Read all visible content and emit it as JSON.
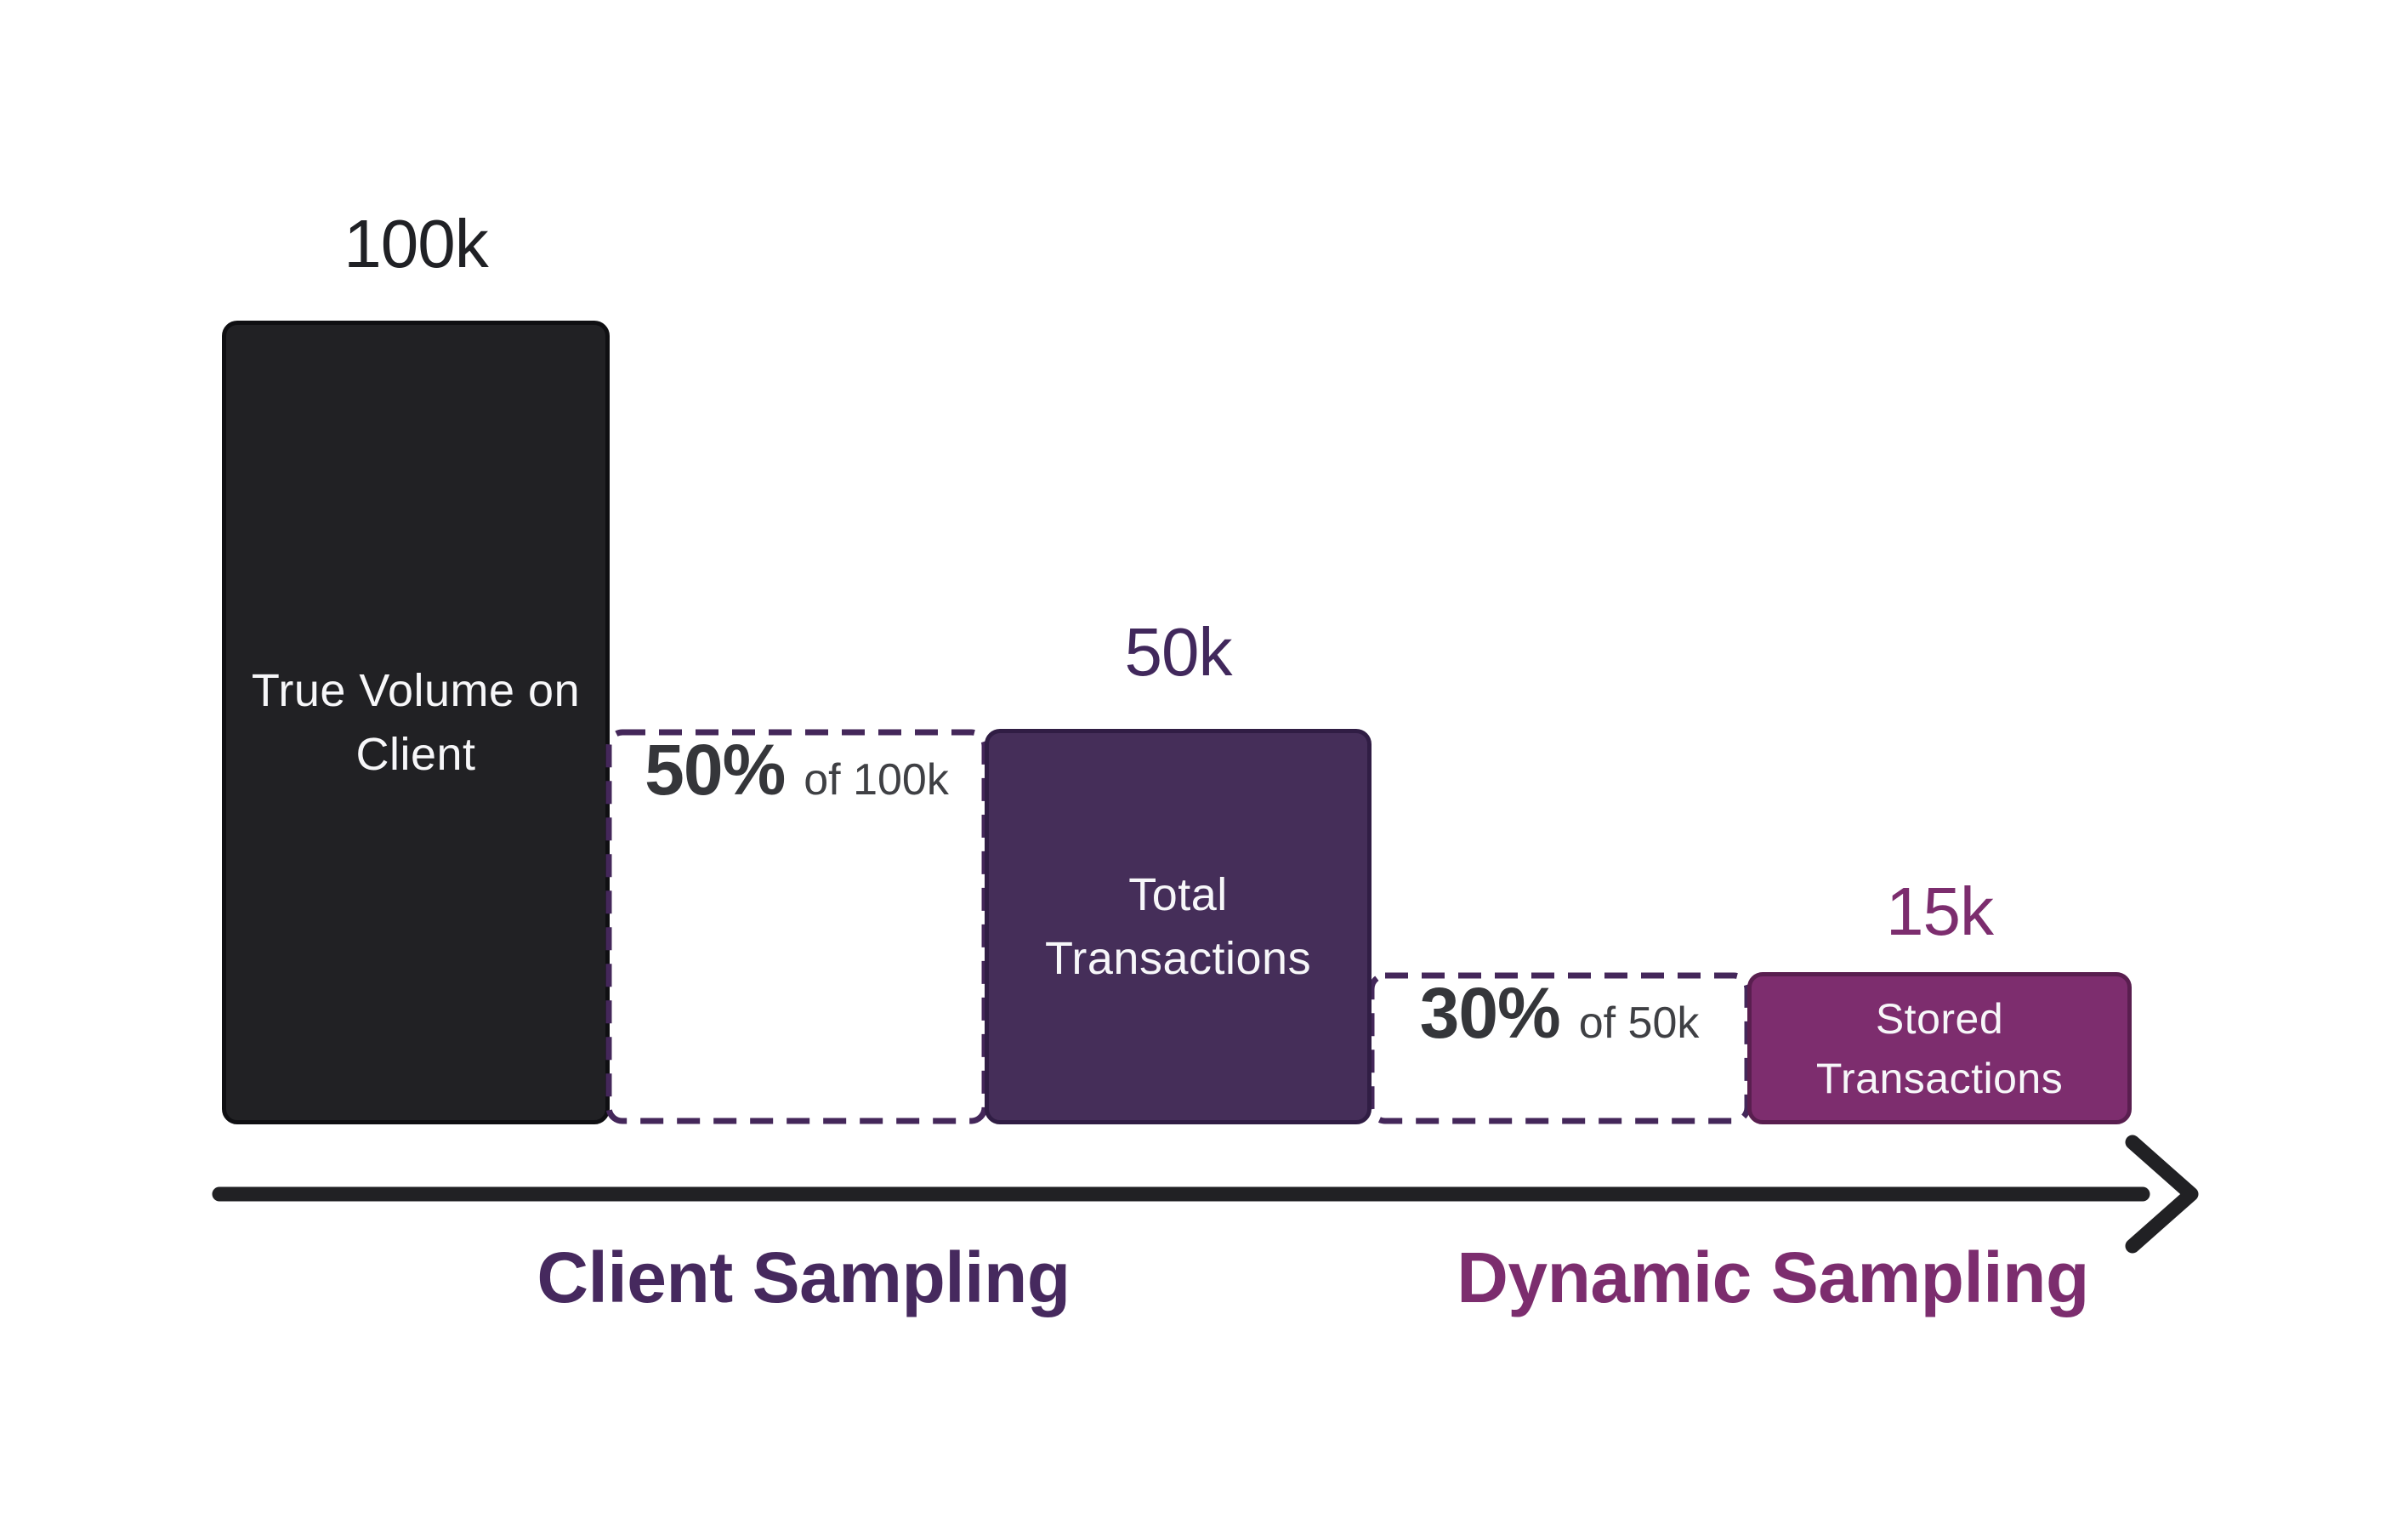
{
  "bars": {
    "true_volume": {
      "value": "100k",
      "label": "True Volume on\nClient"
    },
    "total": {
      "value": "50k",
      "label": "Total\nTransactions"
    },
    "stored": {
      "value": "15k",
      "label": "Stored\nTransactions"
    }
  },
  "samples": {
    "client": {
      "pct": "50%",
      "basis": "of 100k"
    },
    "dynamic": {
      "pct": "30%",
      "basis": "of 50k"
    }
  },
  "axis": {
    "client_label": "Client Sampling",
    "dynamic_label": "Dynamic Sampling"
  },
  "colors": {
    "background": "#ffffff",
    "true_volume_bar": "#212124",
    "total_bar": "#452e59",
    "stored_bar": "#7d2d6e",
    "dashed_border": "#44275a",
    "arrow": "#212124",
    "value_100k_text": "#202125",
    "value_50k_text": "#41285c",
    "value_15k_text": "#7c2d6e",
    "client_label_text": "#46295e",
    "dynamic_label_text": "#7c2d6e",
    "pct_text": "#35363a",
    "bar_inner_text": "#f7f7f9"
  },
  "chart_data": {
    "type": "bar",
    "categories": [
      "True Volume on Client",
      "Total Transactions",
      "Stored Transactions"
    ],
    "values": [
      100000,
      50000,
      15000
    ],
    "value_labels": [
      "100k",
      "50k",
      "15k"
    ],
    "reduction_annotations": [
      "50% of 100k",
      "30% of 50k"
    ],
    "flow_stages": [
      "Client Sampling",
      "Dynamic Sampling"
    ],
    "legend_position": "none",
    "grid": false
  }
}
